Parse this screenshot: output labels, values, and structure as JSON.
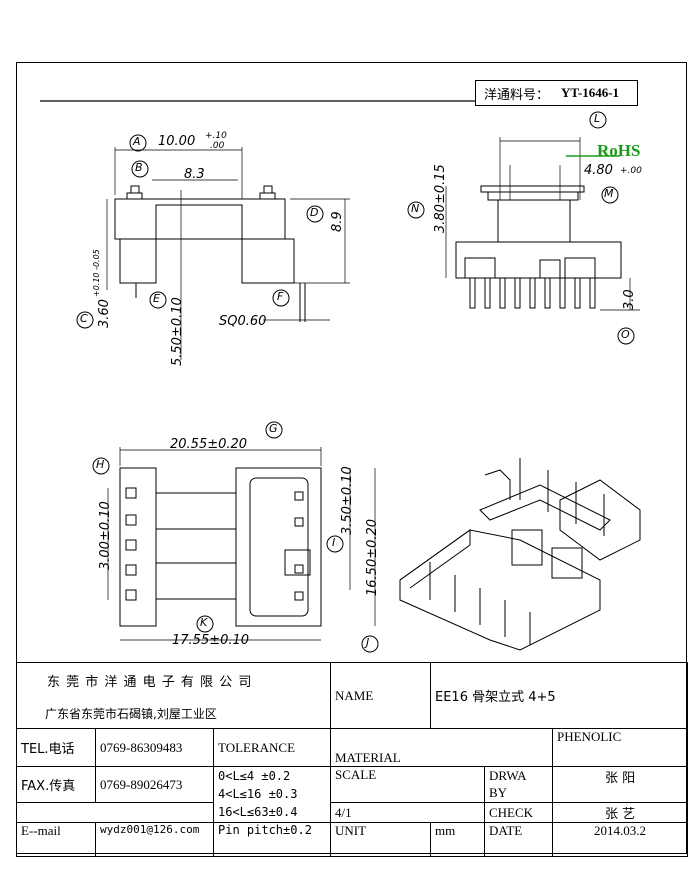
{
  "part_number": {
    "label": "洋通料号：",
    "value": "YT-1646-1"
  },
  "rohs": "RoHS",
  "dimensions": {
    "a": "10.00",
    "a_tol_upper": "+.10",
    "a_tol_lower": ".00",
    "b": "8.3",
    "d": "8.9",
    "c": "3.60",
    "c_tol": "+0.10 -0.05",
    "e": "5.50±0.10",
    "f": "SQ0.60",
    "n": "3.80±0.15",
    "l": "4.80",
    "l_tol": "+.00",
    "o": "3.0",
    "g": "20.55±0.20",
    "h": "3.00±0.10",
    "i": "3.50±0.10",
    "j": "16.50±0.20",
    "k": "17.55±0.10"
  },
  "callouts": [
    "A",
    "B",
    "C",
    "D",
    "E",
    "F",
    "L",
    "M",
    "N",
    "O",
    "G",
    "H",
    "I",
    "J",
    "K"
  ],
  "title_block": {
    "company": "东 莞 市 洋 通 电 子 有 限 公 司",
    "address": "广东省东莞市石碣镇,刘屋工业区",
    "name_label": "NAME",
    "name_value": "EE16 骨架立式 4+5",
    "tel_label": "TEL.电话",
    "tel_value": "0769-86309483",
    "fax_label": "FAX.传真",
    "fax_value": "0769-89026473",
    "email_label": "E--mail",
    "email_value": "wydz001@126.com",
    "tolerance_label": "TOLERANCE",
    "tolerance_rows": [
      "0<L≤4   ±0.2",
      "4<L≤16  ±0.3",
      "16<L≤63±0.4",
      "Pin pitch±0.2"
    ],
    "material_label": "MATERIAL",
    "material_value": "PHENOLIC",
    "scale_label": "SCALE",
    "scale_value": "4/1",
    "drawn_label_1": "DRWA",
    "drawn_label_2": "BY",
    "drawn_value": "张 阳",
    "check_label": "CHECK",
    "check_value": "张 艺",
    "unit_label": "UNIT",
    "unit_value": "mm",
    "date_label": "DATE",
    "date_value": "2014.03.2"
  }
}
